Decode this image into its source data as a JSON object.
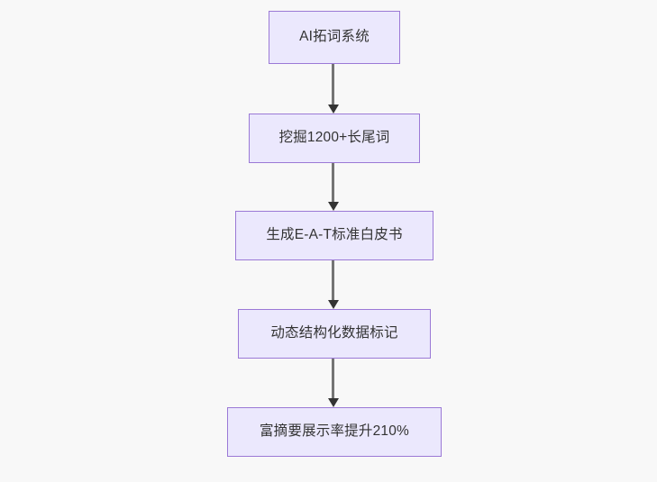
{
  "diagram": {
    "type": "flowchart",
    "orientation": "top-to-bottom",
    "background_color": "#f8f8f8",
    "node_fill_color": "#ebe8fd",
    "node_border_color": "#9b79d6",
    "node_text_color": "#333333",
    "edge_line_color": "#757575",
    "edge_arrow_color": "#333333",
    "nodes": [
      {
        "id": "node-1",
        "label": "AI拓词系统"
      },
      {
        "id": "node-2",
        "label": "挖掘1200+长尾词"
      },
      {
        "id": "node-3",
        "label": "生成E-A-T标准白皮书"
      },
      {
        "id": "node-4",
        "label": "动态结构化数据标记"
      },
      {
        "id": "node-5",
        "label": "富摘要展示率提升210%"
      }
    ],
    "edges": [
      {
        "id": "edge-1",
        "from": "node-1",
        "to": "node-2",
        "label": ""
      },
      {
        "id": "edge-2",
        "from": "node-2",
        "to": "node-3",
        "label": ""
      },
      {
        "id": "edge-3",
        "from": "node-3",
        "to": "node-4",
        "label": ""
      },
      {
        "id": "edge-4",
        "from": "node-4",
        "to": "node-5",
        "label": ""
      }
    ]
  }
}
